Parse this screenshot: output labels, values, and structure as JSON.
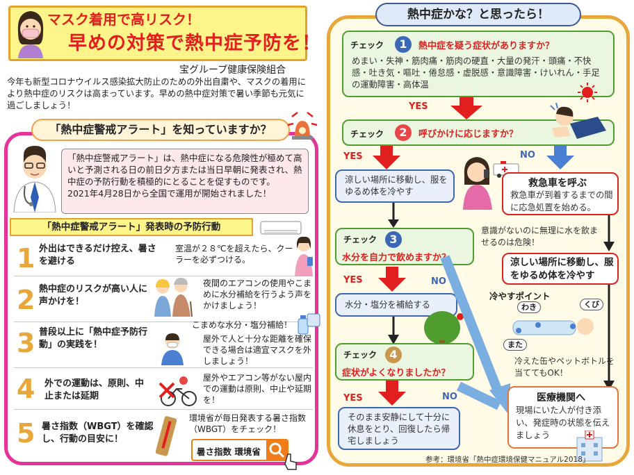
{
  "title": {
    "line1": "マスク着用で高リスク！",
    "line2": "早めの対策で熱中症予防を！"
  },
  "org": "宝グループ健康保険組合",
  "intro": "今年も新型コロナウイルス感染拡大防止のための外出自粛や、マスクの着用により熱中症のリスクは高まっています。早めの熱中症対策で暑い季節も元気に過ごしましょう！",
  "alert": {
    "heading": "「熱中症警戒アラート」を知っていますか？",
    "desc1": "「熱中症警戒アラート」は、熱中症になる危険性が極めて高いと予測される日の前日夕方または当日早朝に発表され、熱中症の予防行動を積極的にとることを促すものです。",
    "desc2": "2021年4月28日から全国で運用が開始されました！",
    "action_heading": "「熱中症警戒アラート」発表時の予防行動",
    "actions": [
      {
        "num": "1",
        "title": "外出はできるだけ控え、暑さを避ける",
        "desc": "室温が２８℃を超えたら、クーラーを必ずつける。"
      },
      {
        "num": "2",
        "title": "熱中症のリスクが高い人に声かけを！",
        "desc": "夜間のエアコンの使用やこまめに水分補給を行うよう声をかけましょう！"
      },
      {
        "num": "3",
        "title": "普段以上に「熱中症予防行動」の実践を！",
        "desc_top": "こまめな水分・塩分補給！",
        "desc": "屋外で人と十分な距離を確保できる場合は適宜マスクを外しましょう！"
      },
      {
        "num": "4",
        "title": "外での運動は、原則、中止または延期",
        "desc": "屋外やエアコン等がない屋内での運動は原則、中止や延期を！"
      },
      {
        "num": "5",
        "title": "暑さ指数（WBGT）を確認し、行動の目安に！",
        "desc": "環境省が毎日発表する暑さ指数（WBGT）をチェック！"
      }
    ],
    "search_label": "暑さ指数 環境省"
  },
  "flow": {
    "heading": "熱中症かな？と思ったら！",
    "check_label": "チェック",
    "check1": {
      "num": "1",
      "question": "熱中症を疑う症状がありますか？",
      "symptoms": "めまい・失神・筋肉痛・筋肉の硬直・大量の発汗・頭痛・不快感・吐き気・嘔吐・倦怠感・虚脱感・意識障害・けいれん・手足の運動障害・高体温"
    },
    "check2": {
      "num": "2",
      "question": "呼びかけに応じますか？"
    },
    "check3": {
      "num": "3",
      "question": "水分を自力で飲めますか？"
    },
    "check4": {
      "num": "4",
      "question": "症状がよくなりましたか？"
    },
    "yes": "YES",
    "no": "NO",
    "cool_box": "涼しい場所に移動し、服をゆるめ体を冷やす",
    "ambulance": {
      "title": "救急車を呼ぶ",
      "body": "救急車が到着するまでの間に応急処置を始める。"
    },
    "warning": "意識がないのに無理に水を飲ませるのは危険！",
    "cool_red": "涼しい場所に移動し、服をゆるめ体を冷やす",
    "hydrate": "水分・塩分を補給する",
    "cool_points": {
      "title": "冷やすポイント",
      "neck": "わき",
      "neck2": "くび",
      "groin": "また",
      "note": "冷えた缶やペットボトルを当ててもOK！"
    },
    "rest": "そのまま安静にして十分に休息をとり、回復したら帰宅しましょう",
    "hospital": {
      "title": "医療機関へ",
      "body": "現場にいた人が付き添い、発症時の状態を伝えましょう"
    },
    "reference": "参考：環境省「熱中症環境保健マニュアル2018」"
  },
  "colors": {
    "title_red": "#e21f1f",
    "alert_pink": "#e6339a",
    "flow_orange": "#e8a73a",
    "check_green": "#4f9c2f",
    "action_blue": "#3b67b5"
  }
}
